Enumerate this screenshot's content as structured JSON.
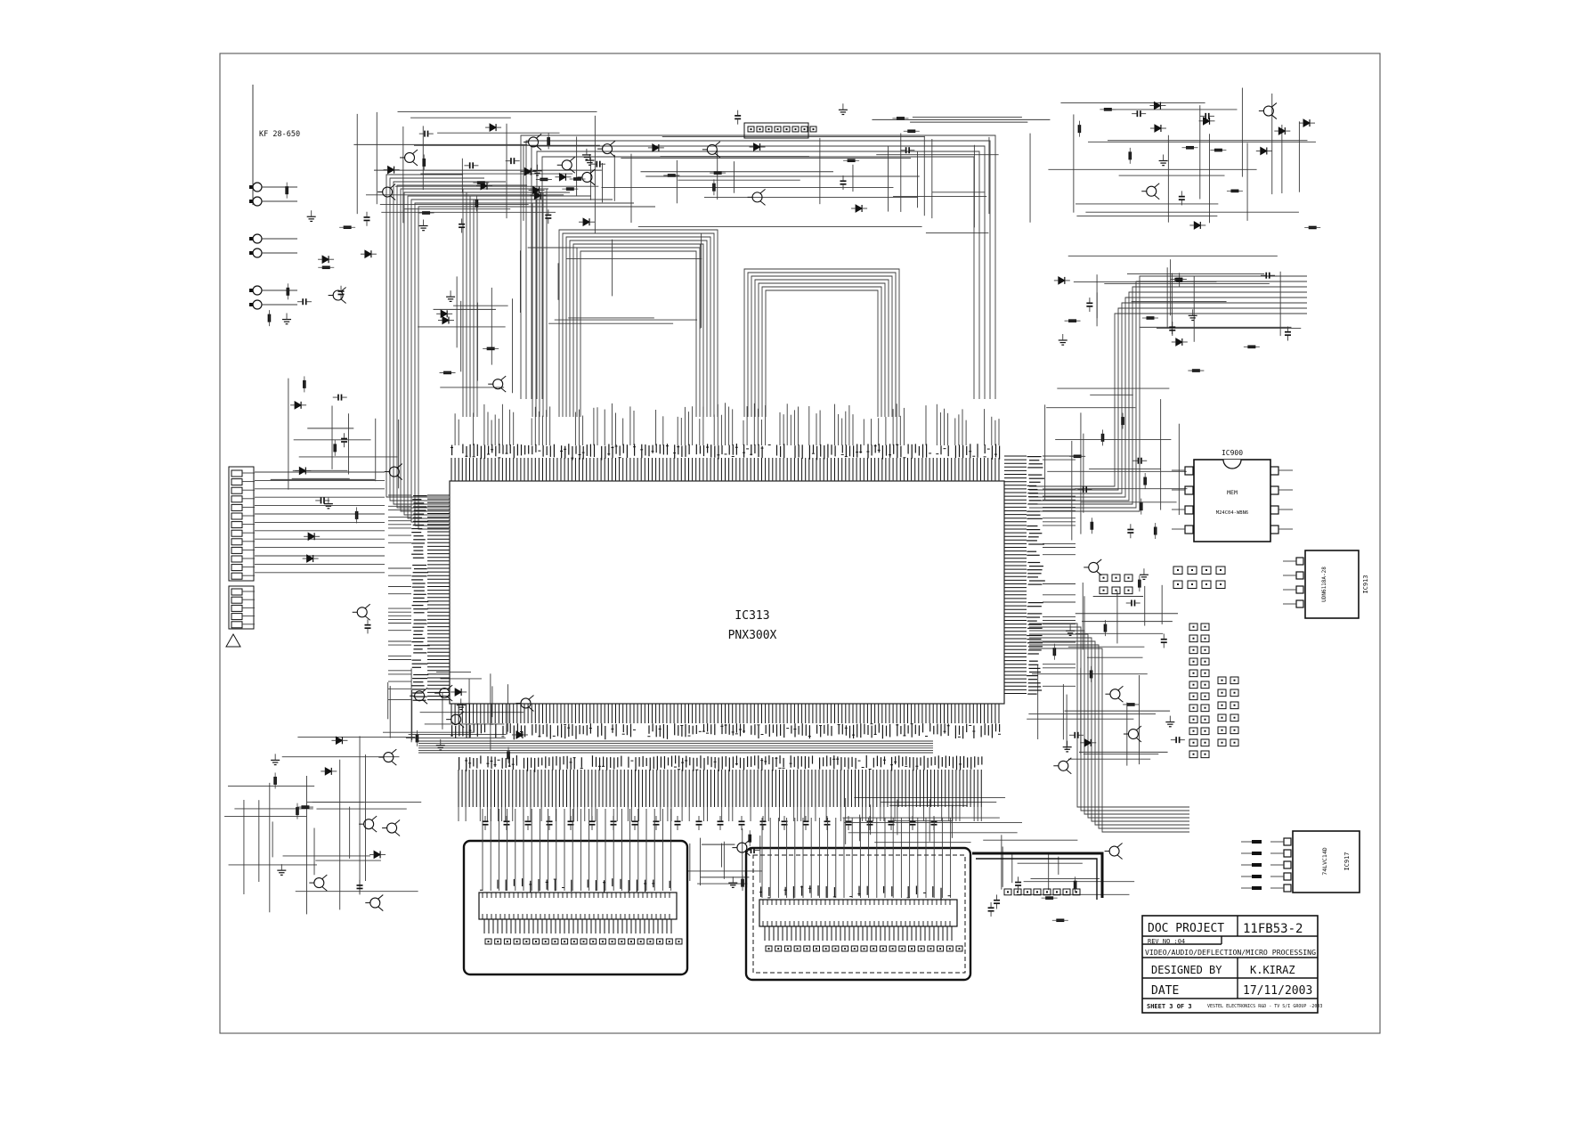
{
  "title_block": {
    "doc_label": "DOC PROJECT",
    "doc_number": "11FB53-2",
    "rev": "REV NO :04",
    "description": "VIDEO/AUDIO/DEFLECTION/MICRO PROCESSING",
    "designed_by_label": "DESIGNED BY",
    "designer": "K.KIRAZ",
    "date_label": "DATE",
    "date": "17/11/2003",
    "sheet": "SHEET 3 OF 3",
    "company": "VESTEL ELECTRONICS R&D - TV S/I GROUP -2003"
  },
  "ics": {
    "main": {
      "ref": "IC313",
      "part": "PNX300X"
    },
    "eeprom": {
      "ref": "IC900",
      "label": "MEM",
      "part": "M24C04-WBN6"
    },
    "driver": {
      "ref": "IC913",
      "part": "UDN6118A-28"
    },
    "inverter": {
      "ref": "IC917",
      "part": "74LVC14D"
    }
  },
  "annotations": {
    "chassis": "KF 28-650"
  },
  "colors": {
    "ink": "#111111",
    "wire": "#3a3a3a",
    "paper": "#ffffff"
  }
}
